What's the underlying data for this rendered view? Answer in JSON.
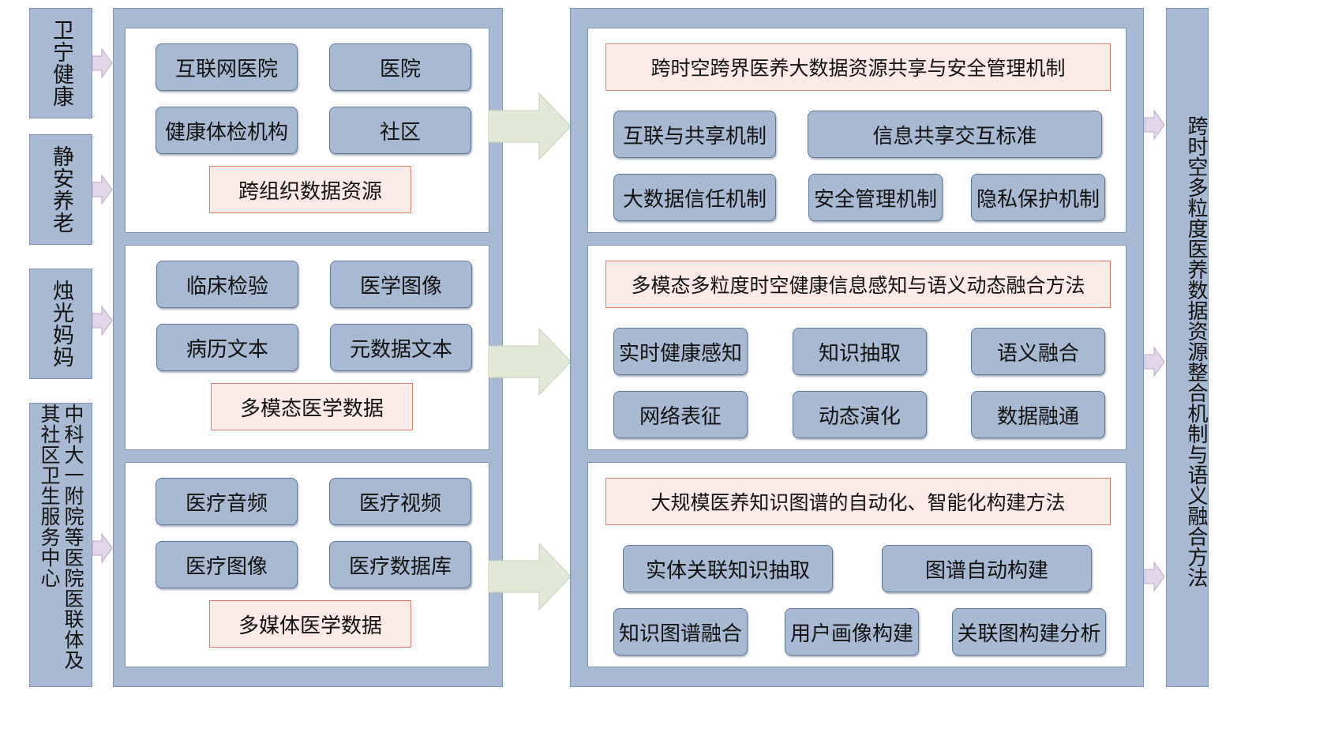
{
  "sources": [
    {
      "label": "卫宁健康"
    },
    {
      "label": "静安养老"
    },
    {
      "label": "烛光妈妈"
    },
    {
      "label": "中科大一附院等医院医联体及其社区卫生服务中心"
    }
  ],
  "left_panels": [
    {
      "items": [
        "互联网医院",
        "医院",
        "健康体检机构",
        "社区"
      ],
      "title": "跨组织数据资源"
    },
    {
      "items": [
        "临床检验",
        "医学图像",
        "病历文本",
        "元数据文本"
      ],
      "title": "多模态医学数据"
    },
    {
      "items": [
        "医疗音频",
        "医疗视频",
        "医疗图像",
        "医疗数据库"
      ],
      "title": "多媒体医学数据"
    }
  ],
  "right_panels": [
    {
      "title": "跨时空跨界医养大数据资源共享与安全管理机制",
      "items": [
        "互联与共享机制",
        "信息共享交互标准",
        "大数据信任机制",
        "安全管理机制",
        "隐私保护机制"
      ]
    },
    {
      "title": "多模态多粒度时空健康信息感知与语义动态融合方法",
      "items": [
        "实时健康感知",
        "知识抽取",
        "语义融合",
        "网络表征",
        "动态演化",
        "数据融通"
      ]
    },
    {
      "title": "大规模医养知识图谱的自动化、智能化构建方法",
      "items": [
        "实体关联知识抽取",
        "图谱自动构建",
        "知识图谱融合",
        "用户画像构建",
        "关联图构建分析"
      ]
    }
  ],
  "output": {
    "label": "跨时空多粒度医养数据资源整合机制与语义融合方法"
  },
  "colors": {
    "box_blue": "#a7b9d3",
    "box_border": "#5f7799",
    "tag_fill": "#fbeae6",
    "tag_border": "#e07d70",
    "arrow_fill": "#e2e8d6",
    "small_arrow_fill": "#e3d6ea"
  }
}
